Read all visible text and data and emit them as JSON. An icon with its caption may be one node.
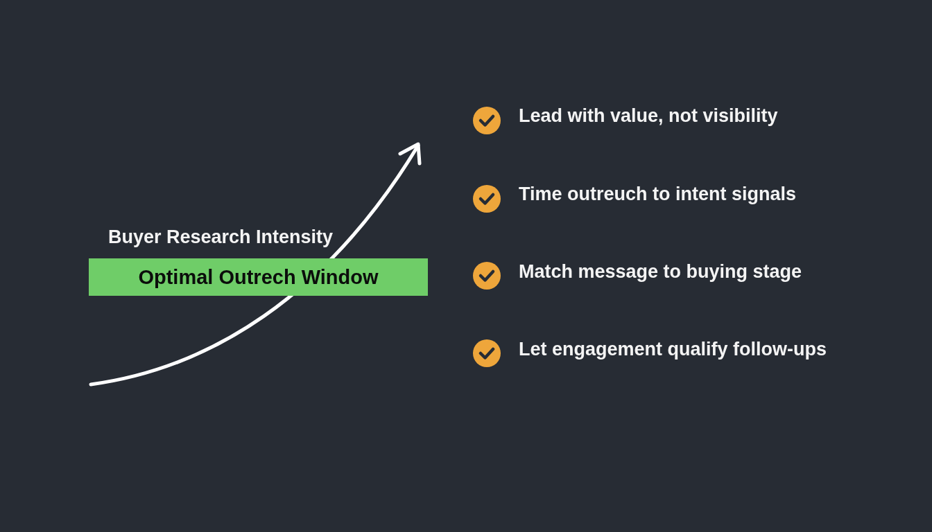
{
  "diagram": {
    "nodes": [
      {
        "text": [
          "Optimal Outrech Window"
        ]
      }
    ],
    "labels": [
      "Buyer Research Intensity",
      "Lead with value, not visibility",
      "Time outreuch to intent signals",
      "Match message to buying stage",
      "Let engagement qualify follow-ups"
    ]
  }
}
